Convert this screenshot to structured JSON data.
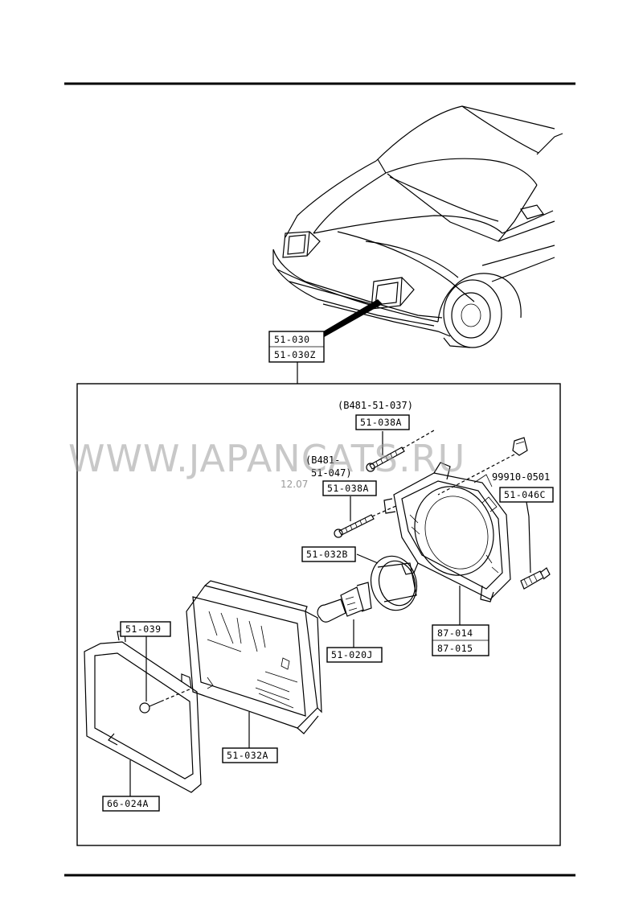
{
  "watermark": {
    "text": "WWW.JAPANCATS.RU",
    "code": "12.07"
  },
  "callouts": {
    "assembly_top": "51-030",
    "assembly_bottom": "51-030Z",
    "screw_upper_ref": "(B481-51-037)",
    "screw_upper": "51-038A",
    "screw_lower_ref_a": "(B481-",
    "screw_lower_ref_b": "51-047)",
    "screw_lower": "51-038A",
    "clip_part": "99910-0501",
    "adjuster": "51-046C",
    "ring": "51-032B",
    "bulb": "51-020J",
    "housing_top": "87-014",
    "housing_bottom": "87-015",
    "retainer_screw": "51-039",
    "headlamp": "51-032A",
    "bezel": "66-024A"
  }
}
